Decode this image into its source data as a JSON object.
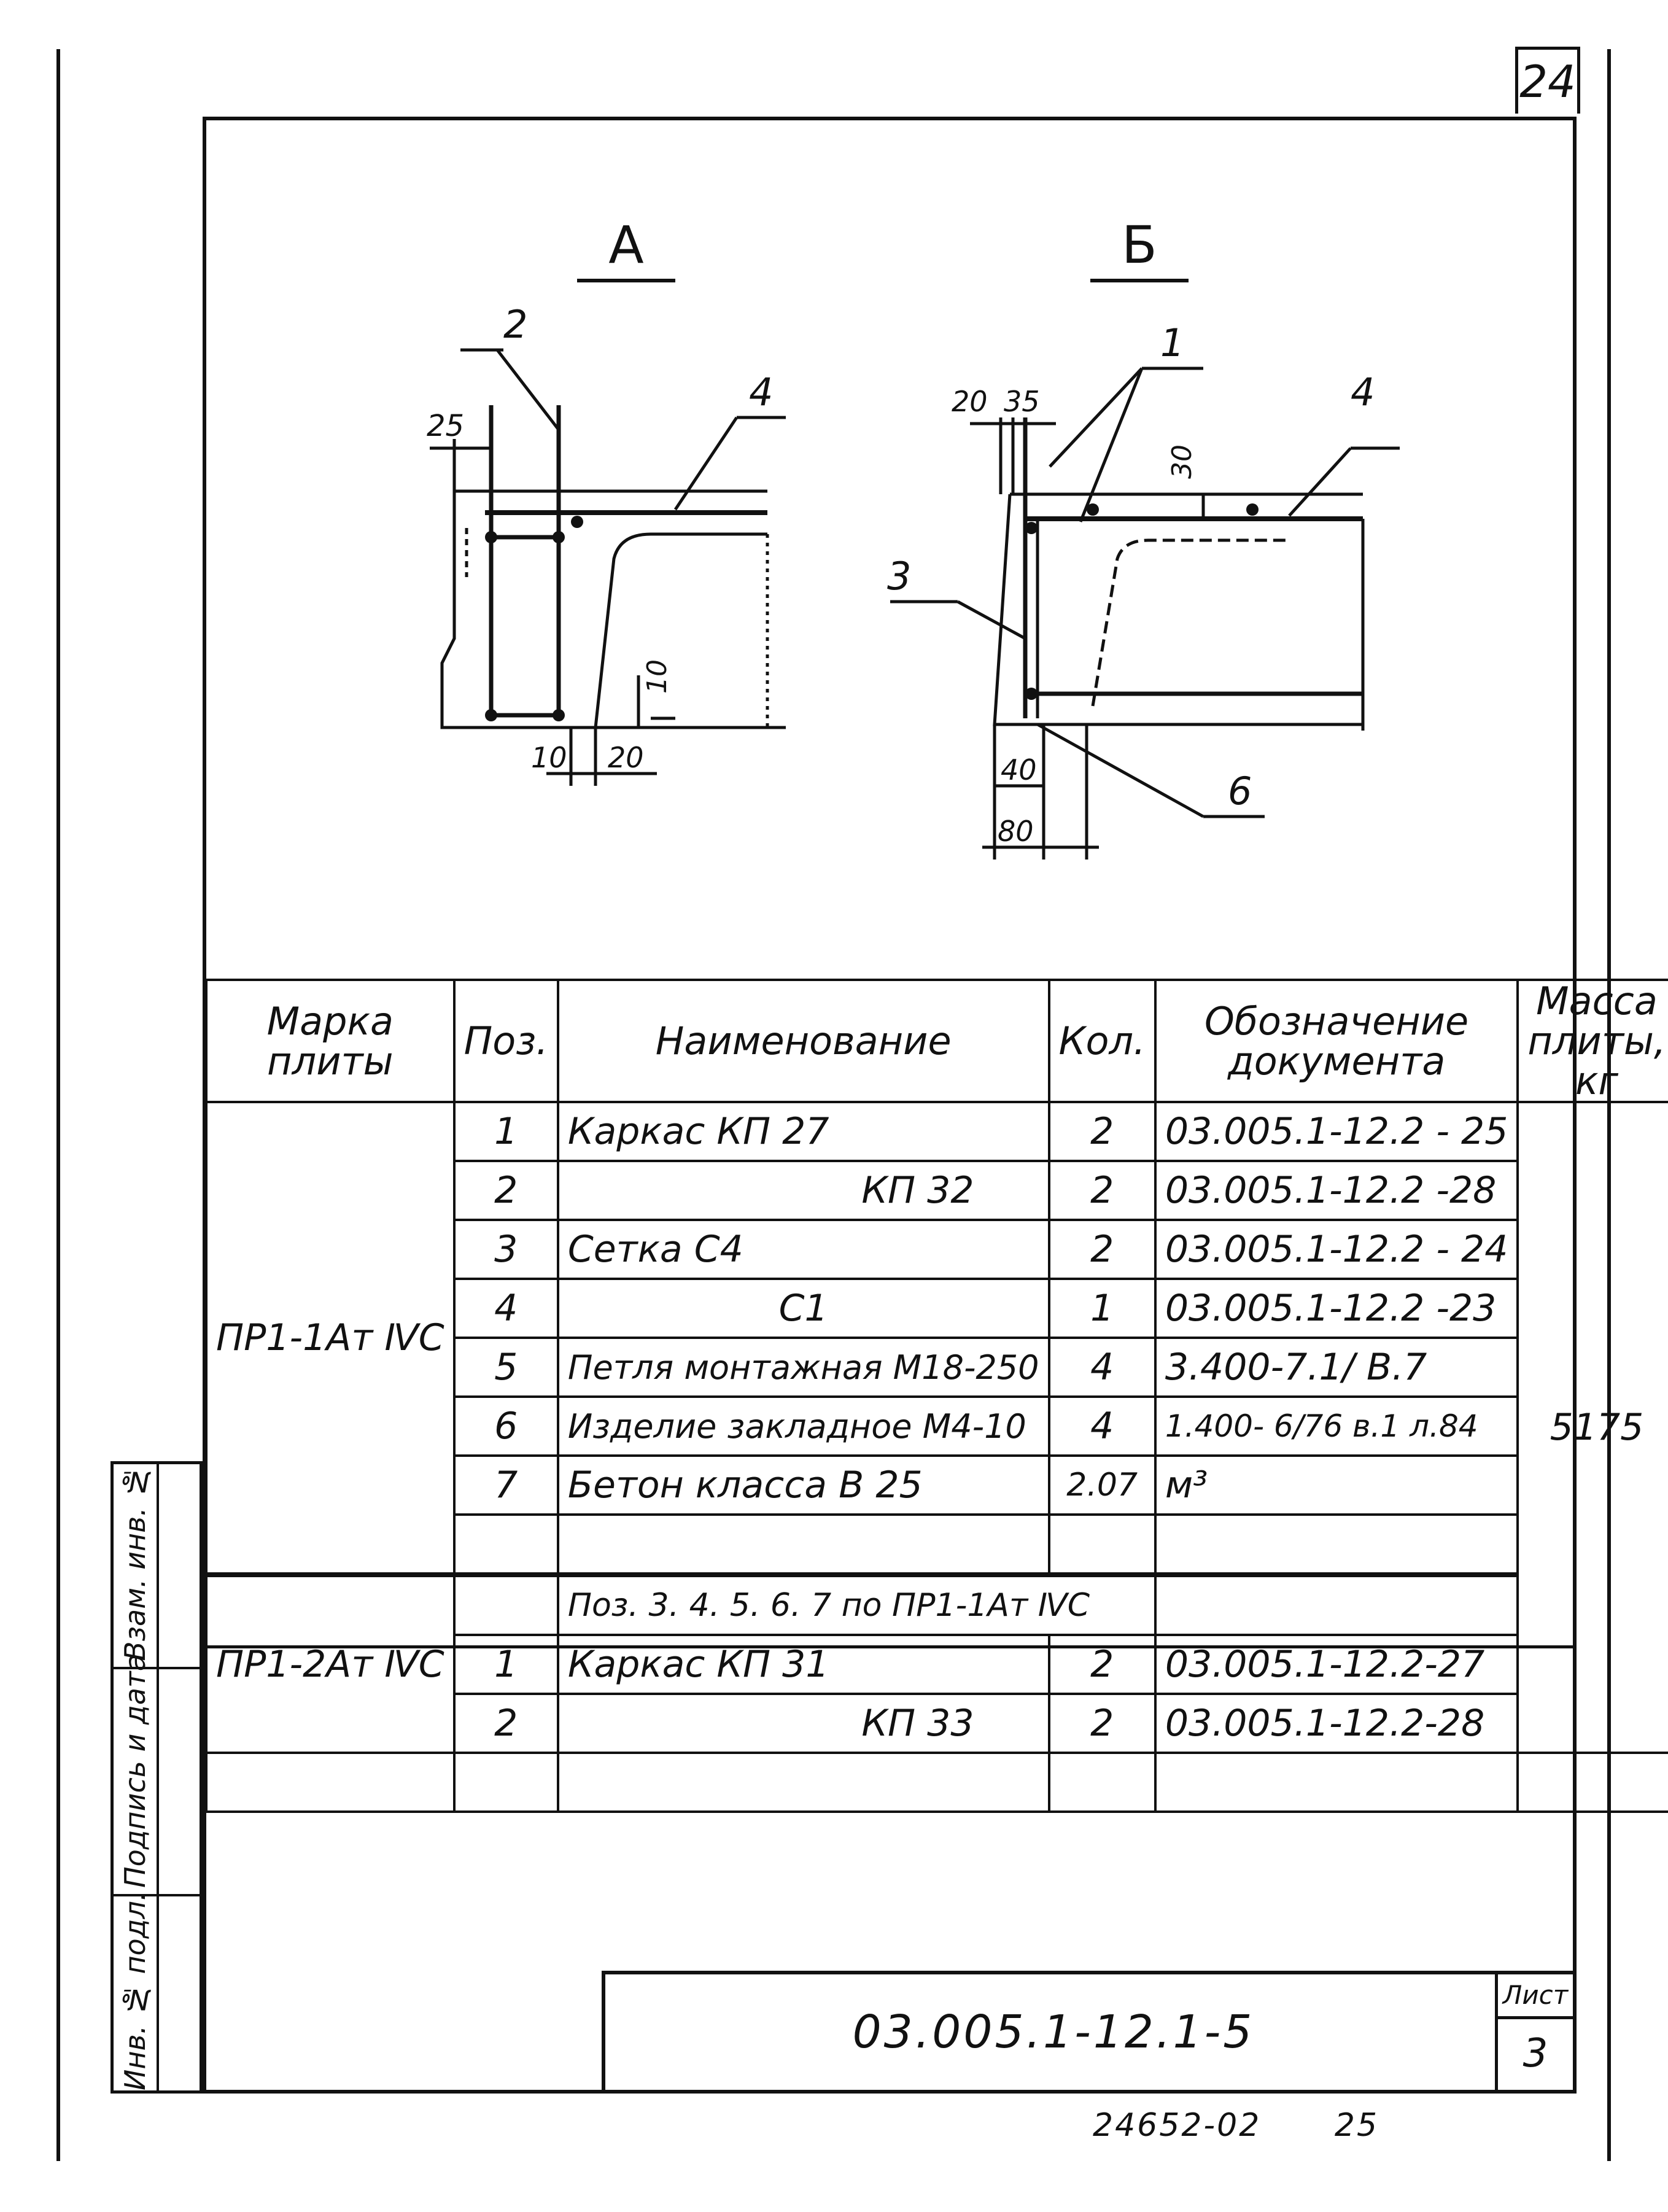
{
  "page_number": "24",
  "sections": {
    "left_title": "А",
    "right_title": "Б"
  },
  "section_a": {
    "labels": {
      "pos_top": "2",
      "pos_right": "4"
    },
    "dims": {
      "top": "25",
      "vertical": "10",
      "bottom_left": "10",
      "bottom_right": "20"
    }
  },
  "section_b": {
    "labels": {
      "pos_top": "1",
      "pos_right": "4",
      "pos_left": "3",
      "pos_bottom": "6"
    },
    "dims": {
      "top_left": "20",
      "top_mid": "35",
      "right": "30",
      "bottom_inner": "40",
      "bottom_outer": "80"
    }
  },
  "table": {
    "headers": {
      "mark": "Марка плиты",
      "pos": "Поз.",
      "name": "Наименование",
      "qty": "Кол.",
      "doc": "Обозначение документа",
      "mass": "Масса плиты, кг"
    },
    "group1": {
      "mark": "ПР1-1Ат ⅣС",
      "mass": "5175",
      "rows": [
        {
          "pos": "1",
          "name": "Каркас   КП 27",
          "qty": "2",
          "doc": "03.005.1-12.2 - 25"
        },
        {
          "pos": "2",
          "name": "КП 32",
          "qty": "2",
          "doc": "03.005.1-12.2 -28"
        },
        {
          "pos": "3",
          "name": "Сетка   С4",
          "qty": "2",
          "doc": "03.005.1-12.2 - 24"
        },
        {
          "pos": "4",
          "name": "С1",
          "qty": "1",
          "doc": "03.005.1-12.2 -23"
        },
        {
          "pos": "5",
          "name": "Петля монтажная М18-250",
          "qty": "4",
          "doc": "3.400-7.1/ В.7"
        },
        {
          "pos": "6",
          "name": "Изделие закладное М4-10",
          "qty": "4",
          "doc": "1.400- 6/76 в.1 л.84"
        },
        {
          "pos": "7",
          "name": "Бетон класса В 25",
          "qty": "2.07",
          "doc": "м³"
        },
        {
          "pos": "",
          "name": "",
          "qty": "",
          "doc": ""
        }
      ]
    },
    "group2": {
      "mark": "ПР1-2Ат ⅣС",
      "note": "Поз. 3. 4. 5. 6. 7 по ПР1-1Ат ⅣС",
      "rows": [
        {
          "pos": "1",
          "name": "Каркас   КП 31",
          "qty": "2",
          "doc": "03.005.1-12.2-27"
        },
        {
          "pos": "2",
          "name": "КП 33",
          "qty": "2",
          "doc": "03.005.1-12.2-28"
        },
        {
          "pos": "",
          "name": "",
          "qty": "",
          "doc": ""
        }
      ]
    }
  },
  "side_stamp": {
    "inv_orig": "Инв. № подл.",
    "signature_date": "Подпись и дата",
    "inv_dup": "Взам. инв. №"
  },
  "title_block": {
    "doc_code": "03.005.1-12.1-5",
    "sheet_label": "Лист",
    "sheet_number": "3"
  },
  "footer": {
    "code": "24652-02",
    "page": "25"
  }
}
